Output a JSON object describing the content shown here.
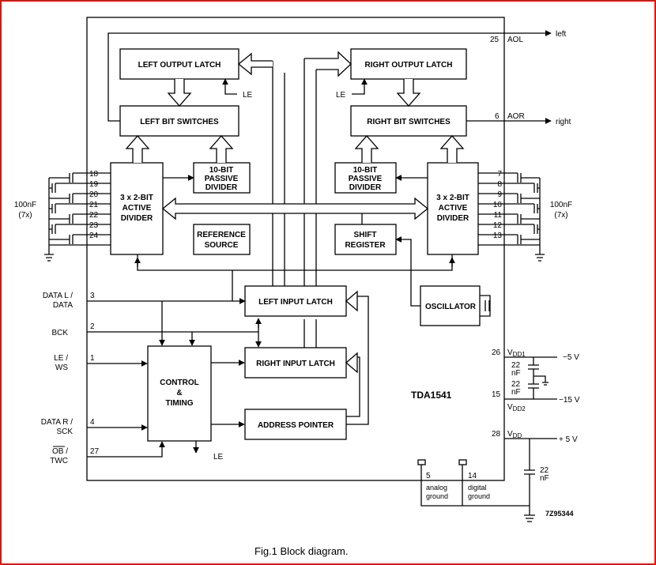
{
  "chip": "TDA1541",
  "ref_code": "7Z95344",
  "caption": "Fig.1  Block diagram.",
  "blocks": {
    "left_output_latch": "LEFT OUTPUT LATCH",
    "right_output_latch": "RIGHT OUTPUT LATCH",
    "left_bit_switches": "LEFT BIT SWITCHES",
    "right_bit_switches": "RIGHT BIT SWITCHES",
    "passive_left": [
      "10-BIT",
      "PASSIVE",
      "DIVIDER"
    ],
    "passive_right": [
      "10-BIT",
      "PASSIVE",
      "DIVIDER"
    ],
    "active_left": [
      "3 x 2-BIT",
      "ACTIVE",
      "DIVIDER"
    ],
    "active_right": [
      "3 x 2-BIT",
      "ACTIVE",
      "DIVIDER"
    ],
    "reference_source": [
      "REFERENCE",
      "SOURCE"
    ],
    "shift_register": [
      "SHIFT",
      "REGISTER"
    ],
    "oscillator": "OSCILLATOR",
    "left_input_latch": "LEFT INPUT LATCH",
    "right_input_latch": "RIGHT INPUT LATCH",
    "control_timing": [
      "CONTROL",
      "&",
      "TIMING"
    ],
    "address_pointer": "ADDRESS POINTER"
  },
  "latch_enable": "LE",
  "outputs": {
    "aol_pin": "25",
    "aol_name": "AOL",
    "aol_label": "left",
    "aor_pin": "6",
    "aor_name": "AOR",
    "aor_label": "right"
  },
  "left_cap_pins": [
    "18",
    "19",
    "20",
    "21",
    "22",
    "23",
    "24"
  ],
  "right_cap_pins": [
    "7",
    "8",
    "9",
    "10",
    "11",
    "12",
    "13"
  ],
  "cap_label": [
    "100nF",
    "(7x)"
  ],
  "inputs": [
    {
      "label": [
        "DATA L /",
        "DATA"
      ],
      "pin": "3"
    },
    {
      "label": [
        "BCK"
      ],
      "pin": "2"
    },
    {
      "label": [
        "LE /",
        "WS"
      ],
      "pin": "1"
    },
    {
      "label": [
        "DATA R /",
        "SCK"
      ],
      "pin": "4"
    },
    {
      "label": [
        "OB /",
        "TWC"
      ],
      "pin": "27"
    }
  ],
  "supplies": {
    "vdd1_pin": "26",
    "vdd1_name": "V",
    "vdd1_sub": "DD1",
    "vdd1_value": "−5 V",
    "vdd2_pin": "15",
    "vdd2_name": "V",
    "vdd2_sub": "DD2",
    "vdd2_value": "−15 V",
    "vdd_pin": "28",
    "vdd_name": "V",
    "vdd_sub": "DD",
    "vdd_value": "+ 5 V",
    "decoupling": [
      "22",
      "nF"
    ]
  },
  "grounds": {
    "analog_pin": "5",
    "analog_label": [
      "analog",
      "ground"
    ],
    "digital_pin": "14",
    "digital_label": [
      "digital",
      "ground"
    ]
  }
}
